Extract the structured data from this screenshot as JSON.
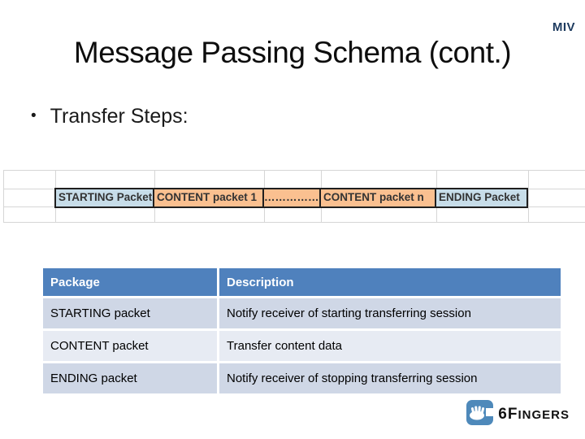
{
  "slide": {
    "corner_label": "MIV",
    "title": "Message Passing Schema (cont.)",
    "bullet_glyph": "•",
    "bullet": "Transfer Steps:"
  },
  "packet_row": {
    "cells": [
      {
        "label": "STARTING Packet",
        "type": "blue"
      },
      {
        "label": "CONTENT packet 1",
        "type": "orange"
      },
      {
        "label": "………………",
        "type": "orange"
      },
      {
        "label": "CONTENT packet n",
        "type": "orange"
      },
      {
        "label": "ENDING Packet",
        "type": "blue"
      }
    ],
    "colors": {
      "blue_cell": "#c7dde9",
      "orange_cell": "#fac090",
      "cell_border": "#1f1f1f",
      "gridline": "#d6d6d6"
    }
  },
  "table": {
    "headers": [
      "Package",
      "Description"
    ],
    "rows": [
      [
        "STARTING packet",
        "Notify receiver of starting transferring session"
      ],
      [
        "CONTENT packet",
        "Transfer content data"
      ],
      [
        "ENDING packet",
        "Notify receiver of stopping transferring session"
      ]
    ],
    "colors": {
      "header_bg": "#4f81bd",
      "header_text": "#ffffff",
      "band_dark": "#cfd7e6",
      "band_light": "#e7ebf3"
    }
  },
  "logo": {
    "icon": "hand-icon",
    "icon_bg": "#4e89ba",
    "text_big": "6F",
    "text_small": "INGERS"
  }
}
